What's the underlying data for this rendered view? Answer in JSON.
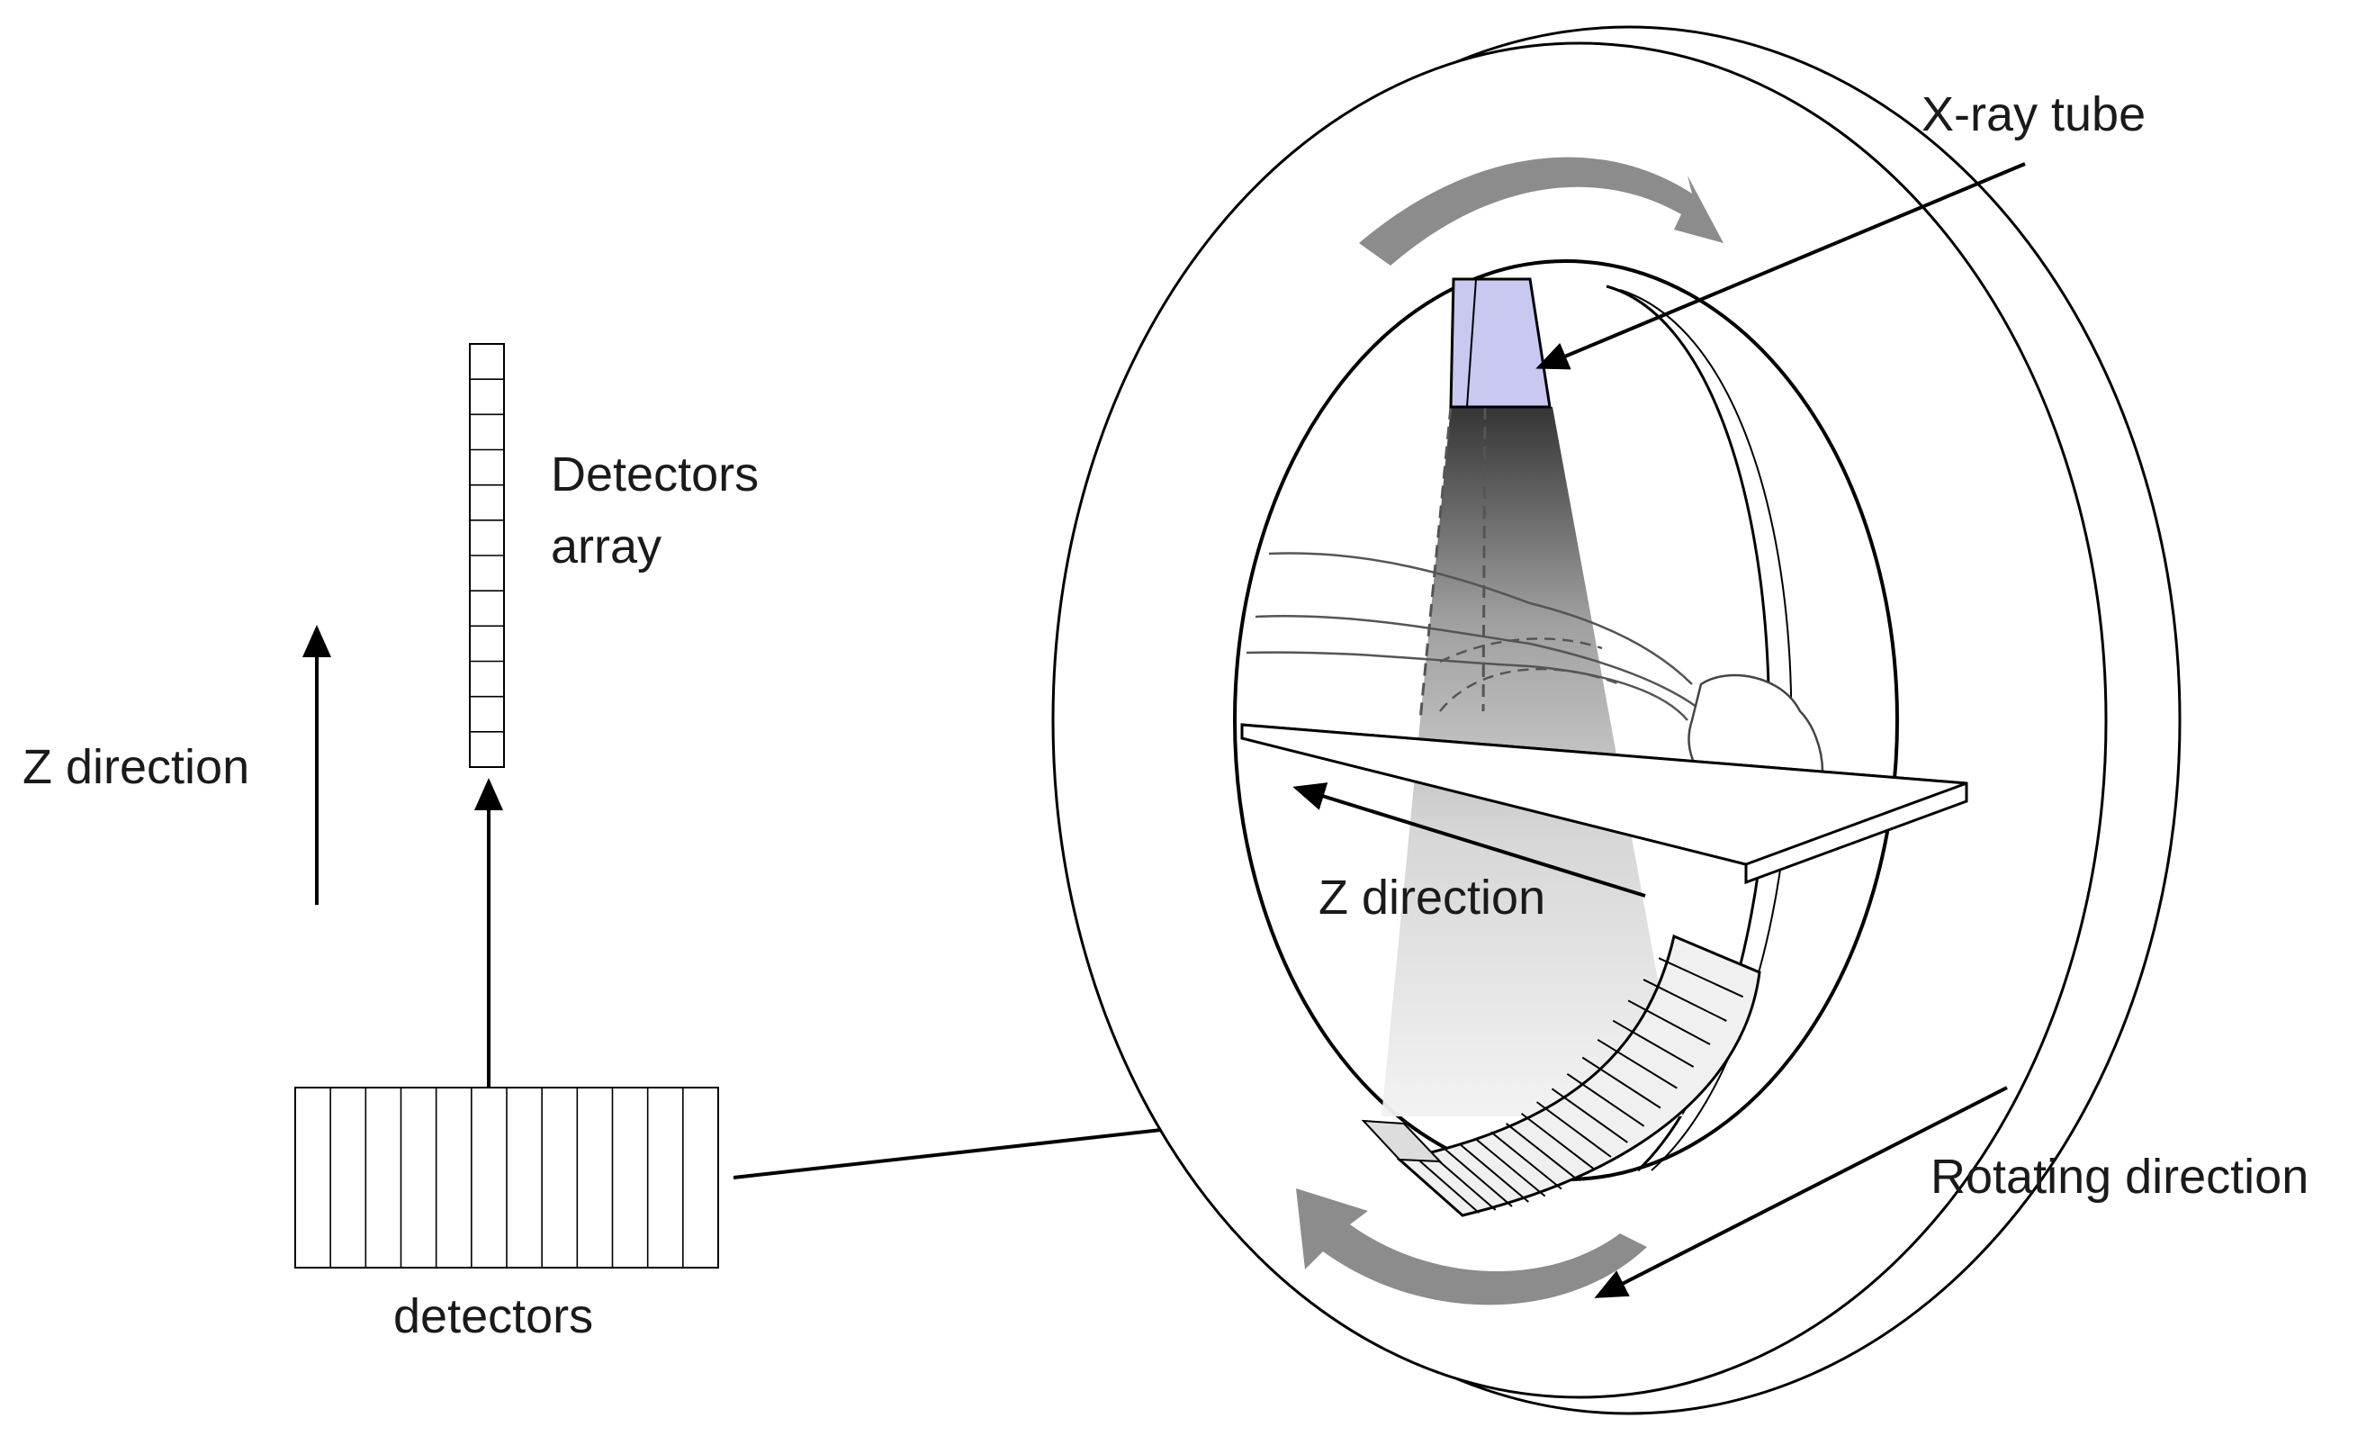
{
  "labels": {
    "xray_tube": "X-ray tube",
    "detectors_array_line1": "Detectors",
    "detectors_array_line2": "array",
    "z_direction_left": "Z direction",
    "z_direction_right": "Z direction",
    "rotating_direction": "Rotating direction",
    "detectors": "detectors"
  },
  "colors": {
    "line": "#000000",
    "rotation_arrow": "#8c8c8c",
    "tube": "#c8c8f0"
  }
}
